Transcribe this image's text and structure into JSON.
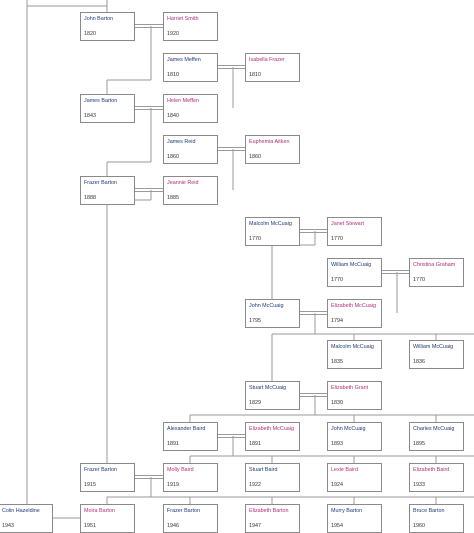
{
  "colors": {
    "male": "#1e3a78",
    "female": "#b0307a",
    "line": "#9a9a9a",
    "border": "#8a8a8a"
  },
  "people": [
    {
      "id": "p1",
      "name": "John Barton",
      "year": "1820",
      "sex": "male"
    },
    {
      "id": "p2",
      "name": "Harriet Smith",
      "year": "1920",
      "sex": "female"
    },
    {
      "id": "p3",
      "name": "James Meffen",
      "year": "1810",
      "sex": "male"
    },
    {
      "id": "p4",
      "name": "Isabella Frazer",
      "year": "1810",
      "sex": "female"
    },
    {
      "id": "p5",
      "name": "James Barton",
      "year": "1843",
      "sex": "male"
    },
    {
      "id": "p6",
      "name": "Helen Meffen",
      "year": "1840",
      "sex": "female"
    },
    {
      "id": "p7",
      "name": "James Reid",
      "year": "1860",
      "sex": "male"
    },
    {
      "id": "p8",
      "name": "Euphemia Aitken",
      "year": "1860",
      "sex": "female"
    },
    {
      "id": "p9",
      "name": "Frazer Barton",
      "year": "1888",
      "sex": "male"
    },
    {
      "id": "p10",
      "name": "Jeannie Reid",
      "year": "1885",
      "sex": "female"
    },
    {
      "id": "p11",
      "name": "Malcolm McCuaig",
      "year": "1770",
      "sex": "male"
    },
    {
      "id": "p12",
      "name": "Janet Stewart",
      "year": "1770",
      "sex": "female"
    },
    {
      "id": "p13",
      "name": "William McCuaig",
      "year": "1770",
      "sex": "male"
    },
    {
      "id": "p14",
      "name": "Christina Graham",
      "year": "1770",
      "sex": "female"
    },
    {
      "id": "p15",
      "name": "John McCuaig",
      "year": "1795",
      "sex": "male"
    },
    {
      "id": "p16",
      "name": "Elizabeth McCuaig",
      "year": "1794",
      "sex": "female"
    },
    {
      "id": "p17",
      "name": "Malcolm McCuaig",
      "year": "1835",
      "sex": "male"
    },
    {
      "id": "p18",
      "name": "William McCuaig",
      "year": "1836",
      "sex": "male"
    },
    {
      "id": "p19",
      "name": "Stuart McCuaig",
      "year": "1829",
      "sex": "male"
    },
    {
      "id": "p20",
      "name": "Elizabeth Grant",
      "year": "1830",
      "sex": "female"
    },
    {
      "id": "p21",
      "name": "Alexander Baird",
      "year": "1891",
      "sex": "male"
    },
    {
      "id": "p22",
      "name": "Elizabeth McCuaig",
      "year": "1891",
      "sex": "female"
    },
    {
      "id": "p23",
      "name": "John McCuaig",
      "year": "1893",
      "sex": "male"
    },
    {
      "id": "p24",
      "name": "Charles McCuaig",
      "year": "1895",
      "sex": "male"
    },
    {
      "id": "p25",
      "name": "Frazer Barton",
      "year": "1915",
      "sex": "male"
    },
    {
      "id": "p26",
      "name": "Molly Baird",
      "year": "1919",
      "sex": "female"
    },
    {
      "id": "p27",
      "name": "Stuart Baird",
      "year": "1922",
      "sex": "male"
    },
    {
      "id": "p28",
      "name": "Lexie Baird",
      "year": "1924",
      "sex": "female"
    },
    {
      "id": "p29",
      "name": "Elizabeth Baird",
      "year": "1933",
      "sex": "female"
    },
    {
      "id": "p30",
      "name": "Colin Hazeldine",
      "year": "1943",
      "sex": "male"
    },
    {
      "id": "p31",
      "name": "Moira Barton",
      "year": "1951",
      "sex": "female"
    },
    {
      "id": "p32",
      "name": "Frazer Barton",
      "year": "1946",
      "sex": "male"
    },
    {
      "id": "p33",
      "name": "Elizabeth Barton",
      "year": "1947",
      "sex": "female"
    },
    {
      "id": "p34",
      "name": "Murry Barton",
      "year": "1954",
      "sex": "male"
    },
    {
      "id": "p35",
      "name": "Bruce Barton",
      "year": "1960",
      "sex": "male"
    }
  ]
}
